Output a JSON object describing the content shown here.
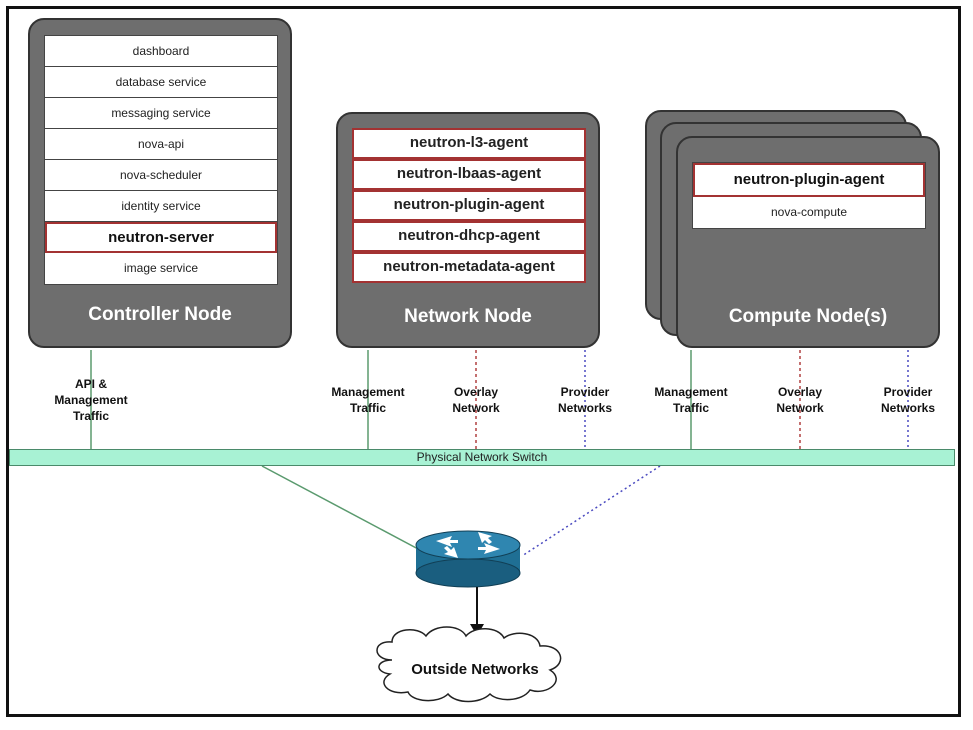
{
  "controller": {
    "title": "Controller Node",
    "services": [
      "dashboard",
      "database service",
      "messaging service",
      "nova-api",
      "nova-scheduler",
      "identity service",
      "neutron-server",
      "image service"
    ]
  },
  "network": {
    "title": "Network Node",
    "services": [
      "neutron-l3-agent",
      "neutron-lbaas-agent",
      "neutron-plugin-agent",
      "neutron-dhcp-agent",
      "neutron-metadata-agent"
    ]
  },
  "compute": {
    "title": "Compute Node(s)",
    "services": [
      "neutron-plugin-agent",
      "nova-compute"
    ]
  },
  "labels": {
    "api_mgmt_1": "API &",
    "api_mgmt_2": "Management",
    "api_mgmt_3": "Traffic",
    "mgmt_1": "Management",
    "mgmt_2": "Traffic",
    "overlay_1": "Overlay",
    "overlay_2": "Network",
    "provider_1": "Provider",
    "provider_2": "Networks"
  },
  "switch_label": "Physical Network Switch",
  "cloud_label": "Outside Networks",
  "colors": {
    "node_fill": "#6e6e6e",
    "neutron_border": "#a33232",
    "switch_fill": "#a8f2d4",
    "mgmt_line": "#5a9a6e",
    "overlay_line": "#b04040",
    "provider_line": "#4a4ac0",
    "router_fill": "#1f6f94"
  }
}
